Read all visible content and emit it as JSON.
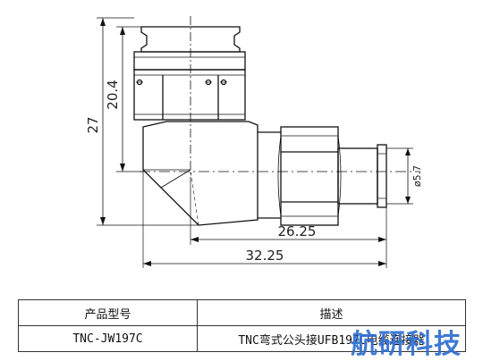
{
  "drawing": {
    "dimensions": {
      "overall_height": "27",
      "upper_height": "20.4",
      "length_short": "26.25",
      "length_total": "32.25",
      "diameter": "ø5.7"
    }
  },
  "table": {
    "headers": [
      "产品型号",
      "描述"
    ],
    "rows": [
      [
        "TNC-JW197C",
        "TNC弯式公头接UFB197C电缆连接器"
      ]
    ]
  },
  "watermark": "航研科技",
  "colors": {
    "line": "#111111",
    "watermark": "#2f6fd0"
  }
}
